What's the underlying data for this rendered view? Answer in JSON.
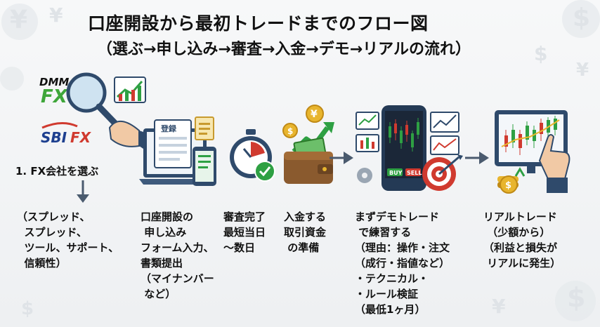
{
  "title": "口座開設から最初トレードまでのフロー図",
  "subtitle": "（選ぶ→申し込み→審査→入金→デモ→リアルの流れ）",
  "logos": {
    "dmm_top": "DMM",
    "dmm_bottom": "FX",
    "sbi": "SBI",
    "sbi_fx": "FX"
  },
  "step1": {
    "heading": "1. FX会社を選ぶ",
    "details": "（スプレッド、\n  スプレッド、\n  ツール、サポート、\n  信頼性）"
  },
  "step2": {
    "form_label": "登録",
    "text": "口座開設の\n 申し込み\nフォーム入力、\n書類提出\n（マイナンバー\n など）"
  },
  "step3": {
    "text": "審査完了\n最短当日\n～数日"
  },
  "step4": {
    "coin": "¥",
    "coin2": "$",
    "text": "入金する\n取引資金\n の準備"
  },
  "step5": {
    "buy": "BUY",
    "sell": "SELL",
    "text": "まずデモトレード\n で練習する\n（理由：操作・注文\n（成行・指値など）\n・テクニカル・\n・ルール検証\n（最低1ヶ月）"
  },
  "step6": {
    "coin": "$",
    "text": "リアルトレード\n （少額から）\n（利益と損失が\n リアルに発生）"
  },
  "colors": {
    "navy": "#2f4a6b",
    "green": "#2ea043",
    "red": "#d03a2f",
    "gold": "#e8b52e",
    "blue": "#3b6fb0"
  }
}
